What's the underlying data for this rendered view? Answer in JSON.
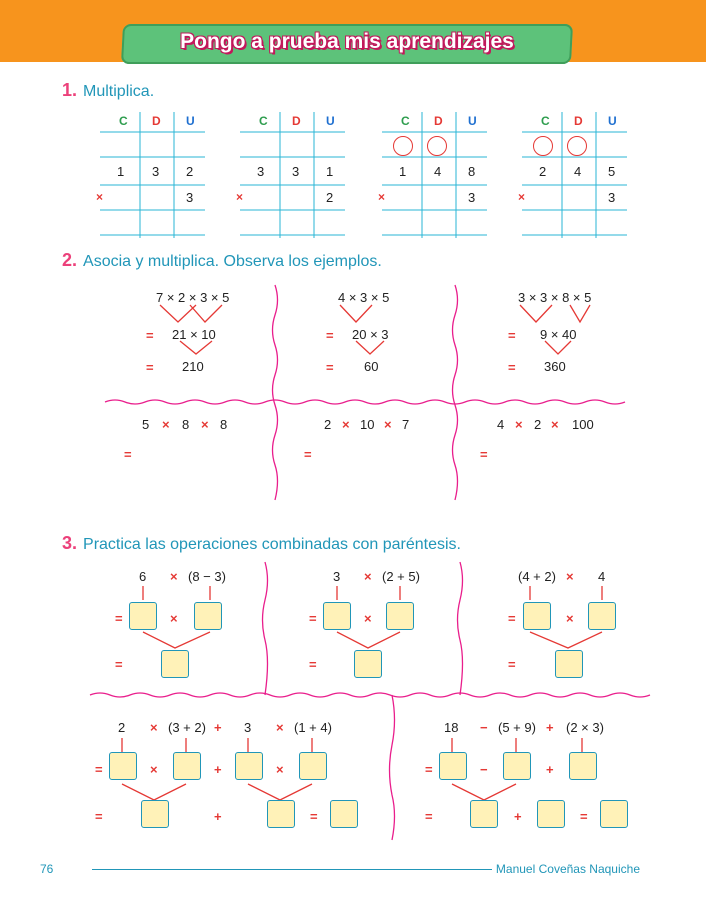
{
  "header": {
    "title": "Pongo a prueba mis aprendizajes"
  },
  "section1": {
    "number": "1.",
    "instruction": "Multiplica.",
    "col_labels": [
      "C",
      "D",
      "U"
    ],
    "problems": [
      {
        "top": [
          "1",
          "3",
          "2"
        ],
        "bottom": [
          "",
          "",
          "3"
        ]
      },
      {
        "top": [
          "3",
          "3",
          "1"
        ],
        "bottom": [
          "",
          "",
          "2"
        ]
      },
      {
        "top": [
          "1",
          "4",
          "8"
        ],
        "bottom": [
          "",
          "",
          "3"
        ]
      },
      {
        "top": [
          "2",
          "4",
          "5"
        ],
        "bottom": [
          "",
          "",
          "3"
        ]
      }
    ],
    "times": "×"
  },
  "section2": {
    "number": "2.",
    "instruction": "Asocia y multiplica. Observa los ejemplos.",
    "examples": [
      {
        "line1": "7 × 2 × 3 × 5",
        "line2": "21 × 10",
        "line3": "210"
      },
      {
        "line1": "4 × 3 × 5",
        "line2": "20 × 3",
        "line3": "60"
      },
      {
        "line1": "3 × 3 × 8 × 5",
        "line2": "9 × 40",
        "line3": "360"
      }
    ],
    "exercises": [
      {
        "expr": [
          "5",
          "8",
          "8"
        ]
      },
      {
        "expr": [
          "2",
          "10",
          "7"
        ]
      },
      {
        "expr": [
          "4",
          "2",
          "100"
        ]
      }
    ],
    "eq": "="
  },
  "section3": {
    "number": "3.",
    "instruction": "Practica las operaciones combinadas con paréntesis.",
    "problems_top": [
      {
        "a": "6",
        "op": "×",
        "b": "(8 − 3)"
      },
      {
        "a": "3",
        "op": "×",
        "b": "(2 + 5)"
      },
      {
        "a": "(4 + 2)",
        "op": "×",
        "b": "4"
      }
    ],
    "problem4": [
      "2",
      "×",
      "(3 + 2)",
      "+",
      "3",
      "×",
      "(1 + 4)"
    ],
    "problem5": [
      "18",
      "−",
      "(5 + 9)",
      "+",
      "(2 × 3)"
    ]
  },
  "footer": {
    "page": "76",
    "author": "Manuel Coveñas Naquiche"
  }
}
